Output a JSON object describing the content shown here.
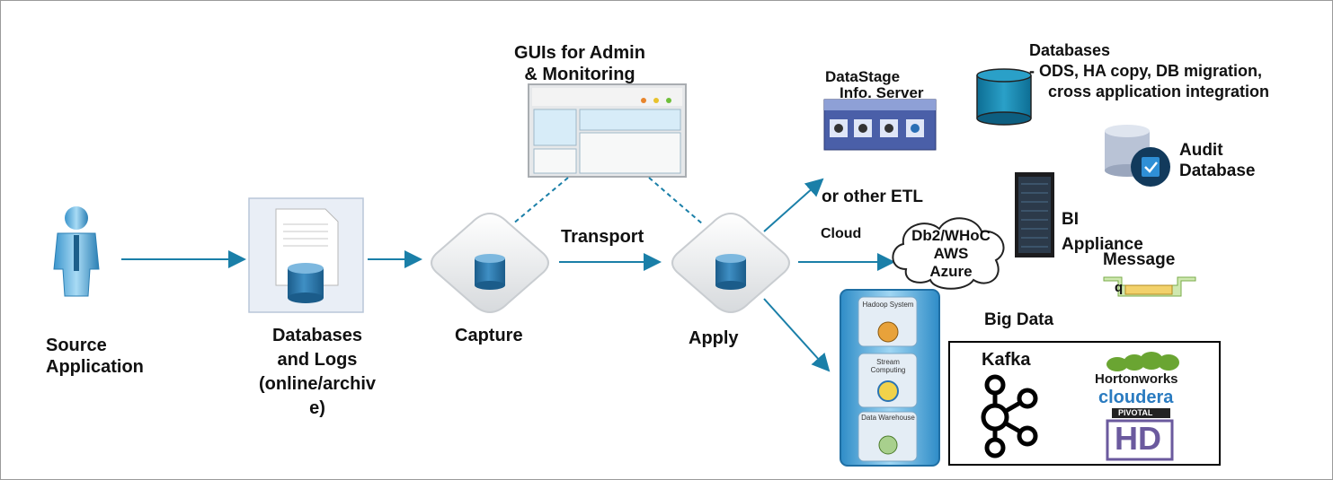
{
  "source": {
    "line1": "Source",
    "line2": "Application"
  },
  "databases_logs": {
    "line1": "Databases",
    "line2": "and Logs",
    "line3": "(online/archiv",
    "line4": "e)"
  },
  "capture": "Capture",
  "transport": "Transport",
  "apply": "Apply",
  "gui": {
    "line1": "GUIs for Admin",
    "line2": "& Monitoring"
  },
  "datastage": {
    "line1": "DataStage",
    "line2": "Info. Server"
  },
  "other_etl": "or other ETL",
  "cloud": {
    "label": "Cloud",
    "line1": "Db2/WHoC",
    "line2": "AWS",
    "line3": "Azure"
  },
  "databases_target": {
    "title": "Databases",
    "line1": "-  ODS, HA copy, DB migration,",
    "line2": "cross application integration"
  },
  "audit": {
    "line1": "Audit",
    "line2": "Database"
  },
  "bi": {
    "line1": "BI",
    "line2": "Appliance"
  },
  "message": {
    "line1": "Message",
    "line2": "q"
  },
  "big_data": {
    "title": "Big Data",
    "stack": [
      "Hadoop System",
      "Stream Computing",
      "Data Warehouse"
    ],
    "kafka": "Kafka",
    "hortonworks": "Hortonworks",
    "cloudera": "cloudera",
    "pivotal": "PIVOTAL",
    "hd": "HD"
  },
  "colors": {
    "arrow": "#1a7fa8",
    "cylinder": "#1f6fa4",
    "cylinder_top": "#5fb3da",
    "hortonworks": "#6aa532",
    "cloudera": "#2a7bc0",
    "hd": "#6b5a9e"
  }
}
